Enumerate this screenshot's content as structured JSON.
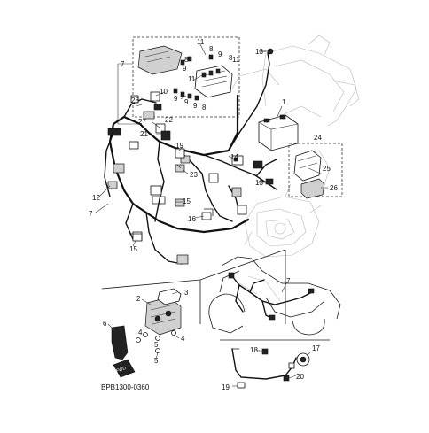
{
  "diagram": {
    "code": "BPB1300-0360",
    "fwd_label": "FWD",
    "callouts": {
      "c1": "1",
      "c2": "2",
      "c3": "3",
      "c4": "4",
      "c4b": "4",
      "c5": "5",
      "c5b": "5",
      "c6": "6",
      "c7a": "7",
      "c7b": "7",
      "c7c": "7",
      "c8a": "8",
      "c8b": "8",
      "c8c": "8",
      "c8d": "8",
      "c9a": "9",
      "c9b": "9",
      "c9c": "9",
      "c9d": "9",
      "c9e": "9",
      "c10": "10",
      "c11a": "11",
      "c11b": "11",
      "c11c": "11",
      "c12": "12",
      "c13a": "13",
      "c13b": "13",
      "c14": "14",
      "c15a": "15",
      "c15b": "15",
      "c16": "16",
      "c17": "17",
      "c18": "18",
      "c19a": "19",
      "c19b": "19",
      "c20": "20",
      "c21": "21",
      "c22": "22",
      "c23": "23",
      "c24": "24",
      "c25": "25",
      "c26": "26",
      "c27": "27",
      "c28": "28"
    }
  }
}
